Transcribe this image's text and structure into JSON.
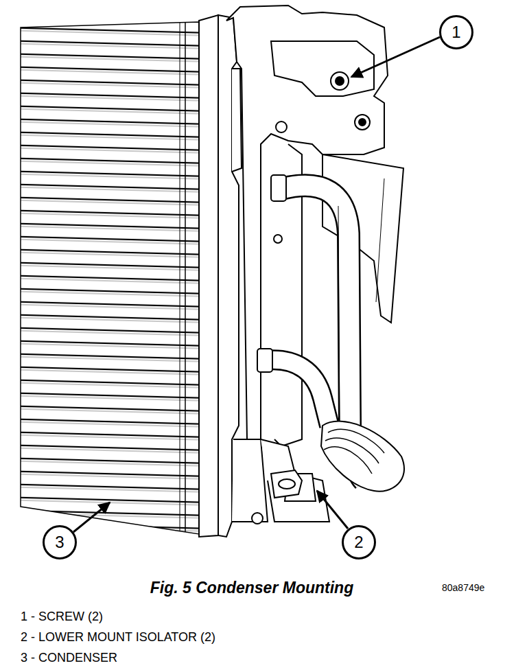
{
  "diagram": {
    "caption": "Fig. 5 Condenser Mounting",
    "nodes": [
      {
        "text": [
          "1"
        ]
      },
      {
        "text": [
          "3"
        ]
      },
      {
        "text": [
          "2"
        ]
      }
    ],
    "labels": [
      "80a8749e",
      "1 - SCREW (2)",
      "2 - LOWER MOUNT ISOLATOR (2)",
      "3 - CONDENSER"
    ]
  }
}
